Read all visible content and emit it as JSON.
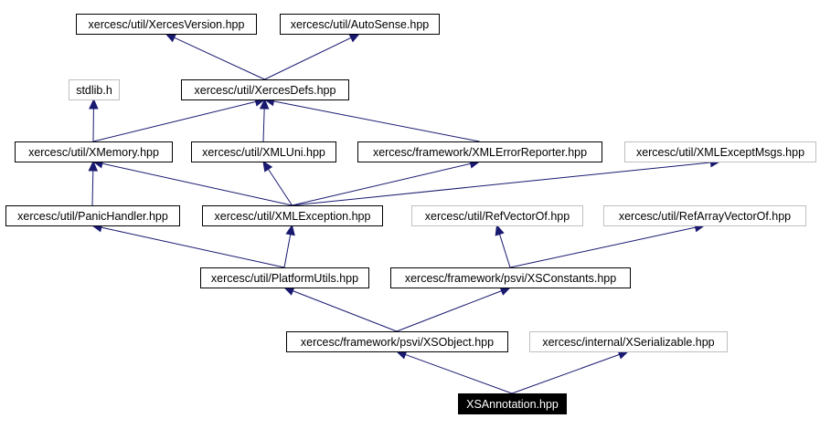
{
  "graph": {
    "title": "",
    "nodes": [
      {
        "id": "xercesversion",
        "label": "xercesc/util/XercesVersion.hpp",
        "style": "normal"
      },
      {
        "id": "autosense",
        "label": "xercesc/util/AutoSense.hpp",
        "style": "normal"
      },
      {
        "id": "stdlib",
        "label": "stdlib.h",
        "style": "external"
      },
      {
        "id": "xercesdefs",
        "label": "xercesc/util/XercesDefs.hpp",
        "style": "normal"
      },
      {
        "id": "xmemory",
        "label": "xercesc/util/XMemory.hpp",
        "style": "normal"
      },
      {
        "id": "xmluni",
        "label": "xercesc/util/XMLUni.hpp",
        "style": "normal"
      },
      {
        "id": "xmlerrorreporter",
        "label": "xercesc/framework/XMLErrorReporter.hpp",
        "style": "normal"
      },
      {
        "id": "xmlexceptmsgs",
        "label": "xercesc/util/XMLExceptMsgs.hpp",
        "style": "external"
      },
      {
        "id": "panichandler",
        "label": "xercesc/util/PanicHandler.hpp",
        "style": "normal"
      },
      {
        "id": "xmlexception",
        "label": "xercesc/util/XMLException.hpp",
        "style": "normal"
      },
      {
        "id": "refvectorof",
        "label": "xercesc/util/RefVectorOf.hpp",
        "style": "external"
      },
      {
        "id": "refarrayvectorof",
        "label": "xercesc/util/RefArrayVectorOf.hpp",
        "style": "external"
      },
      {
        "id": "platformutils",
        "label": "xercesc/util/PlatformUtils.hpp",
        "style": "normal"
      },
      {
        "id": "xsconstants",
        "label": "xercesc/framework/psvi/XSConstants.hpp",
        "style": "normal"
      },
      {
        "id": "xsobject",
        "label": "xercesc/framework/psvi/XSObject.hpp",
        "style": "normal"
      },
      {
        "id": "xserializable",
        "label": "xercesc/internal/XSerializable.hpp",
        "style": "external"
      },
      {
        "id": "xsannotation",
        "label": "XSAnnotation.hpp",
        "style": "root"
      }
    ],
    "edges": [
      {
        "from": "xercesdefs",
        "to": "xercesversion"
      },
      {
        "from": "xercesdefs",
        "to": "autosense"
      },
      {
        "from": "xmemory",
        "to": "stdlib"
      },
      {
        "from": "xmemory",
        "to": "xercesdefs"
      },
      {
        "from": "xmluni",
        "to": "xercesdefs"
      },
      {
        "from": "xmlerrorreporter",
        "to": "xercesdefs"
      },
      {
        "from": "panichandler",
        "to": "xmemory"
      },
      {
        "from": "xmlexception",
        "to": "xmemory"
      },
      {
        "from": "xmlexception",
        "to": "xmluni"
      },
      {
        "from": "xmlexception",
        "to": "xmlerrorreporter"
      },
      {
        "from": "xmlexception",
        "to": "xmlexceptmsgs"
      },
      {
        "from": "platformutils",
        "to": "panichandler"
      },
      {
        "from": "platformutils",
        "to": "xmlexception"
      },
      {
        "from": "xsconstants",
        "to": "refvectorof"
      },
      {
        "from": "xsconstants",
        "to": "refarrayvectorof"
      },
      {
        "from": "xsobject",
        "to": "platformutils"
      },
      {
        "from": "xsobject",
        "to": "xsconstants"
      },
      {
        "from": "xsannotation",
        "to": "xsobject"
      },
      {
        "from": "xsannotation",
        "to": "xserializable"
      }
    ]
  },
  "colors": {
    "edge": "#191970",
    "normal_border": "#000000",
    "external_border": "#bfbfbf",
    "root_fill": "#000000",
    "root_text": "#ffffff",
    "text": "#000000"
  }
}
